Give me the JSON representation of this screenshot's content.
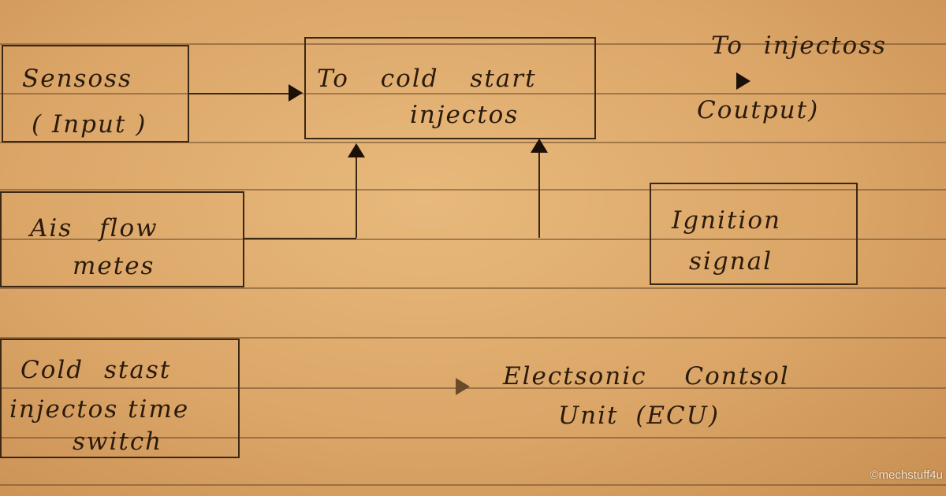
{
  "diagram": {
    "sensors": {
      "line1": "Sensoss",
      "line2": "( Input )"
    },
    "cold_start_injector": {
      "line1": "To cold start",
      "line2": "injectos"
    },
    "to_injectors": {
      "line1": "To injectoss",
      "line2": "Coutput)"
    },
    "air_flow_meter": {
      "line1": "Ais flow",
      "line2": "metes"
    },
    "ignition_signal": {
      "line1": "Ignition",
      "line2": "signal"
    },
    "time_switch": {
      "line1": "Cold stast",
      "line2": "injectos time",
      "line3": "switch"
    },
    "ecu": {
      "line1": "Electsonic Contsol",
      "line2": "Unit (ECU)"
    }
  },
  "watermark": "©mechstuff4u",
  "colors": {
    "paper": "#dba668",
    "ink": "#2a1a0c",
    "rule": "#6b4a2a"
  }
}
